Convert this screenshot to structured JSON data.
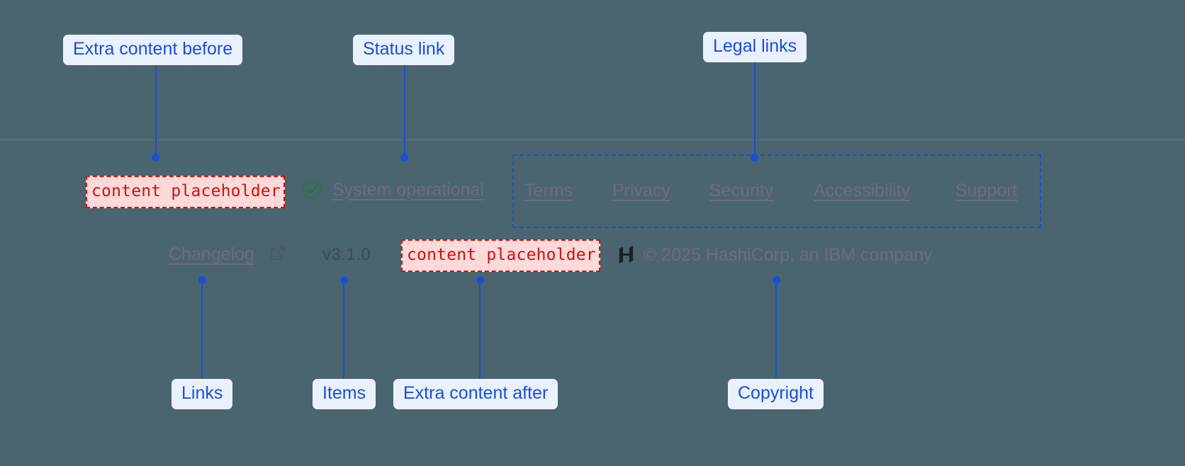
{
  "page": {
    "background_color": "#4a656f",
    "accent_color": "#1a4fd6",
    "callout_bg": "#eaf1fe",
    "placeholder_color": "#cc1111",
    "link_color": "#6f6a80",
    "status_ok_color": "#1a7f2e"
  },
  "annotations": {
    "extra_before": "Extra content before",
    "status_link": "Status link",
    "legal_links": "Legal links",
    "links": "Links",
    "items": "Items",
    "extra_after": "Extra content after",
    "copyright": "Copyright"
  },
  "footer": {
    "extra_before_slot": "content placeholder",
    "extra_after_slot": "content placeholder",
    "status": {
      "icon": "check-circle-icon",
      "label": "System operational"
    },
    "legal_links": [
      {
        "label": "Terms"
      },
      {
        "label": "Privacy"
      },
      {
        "label": "Security"
      },
      {
        "label": "Accessibility"
      },
      {
        "label": "Support"
      }
    ],
    "changelog": {
      "label": "Changelog",
      "icon": "external-link-icon"
    },
    "version": "v3.1.0",
    "brand": {
      "icon": "hashicorp-logo",
      "copyright": "© 2025 HashiCorp, an IBM company"
    }
  }
}
